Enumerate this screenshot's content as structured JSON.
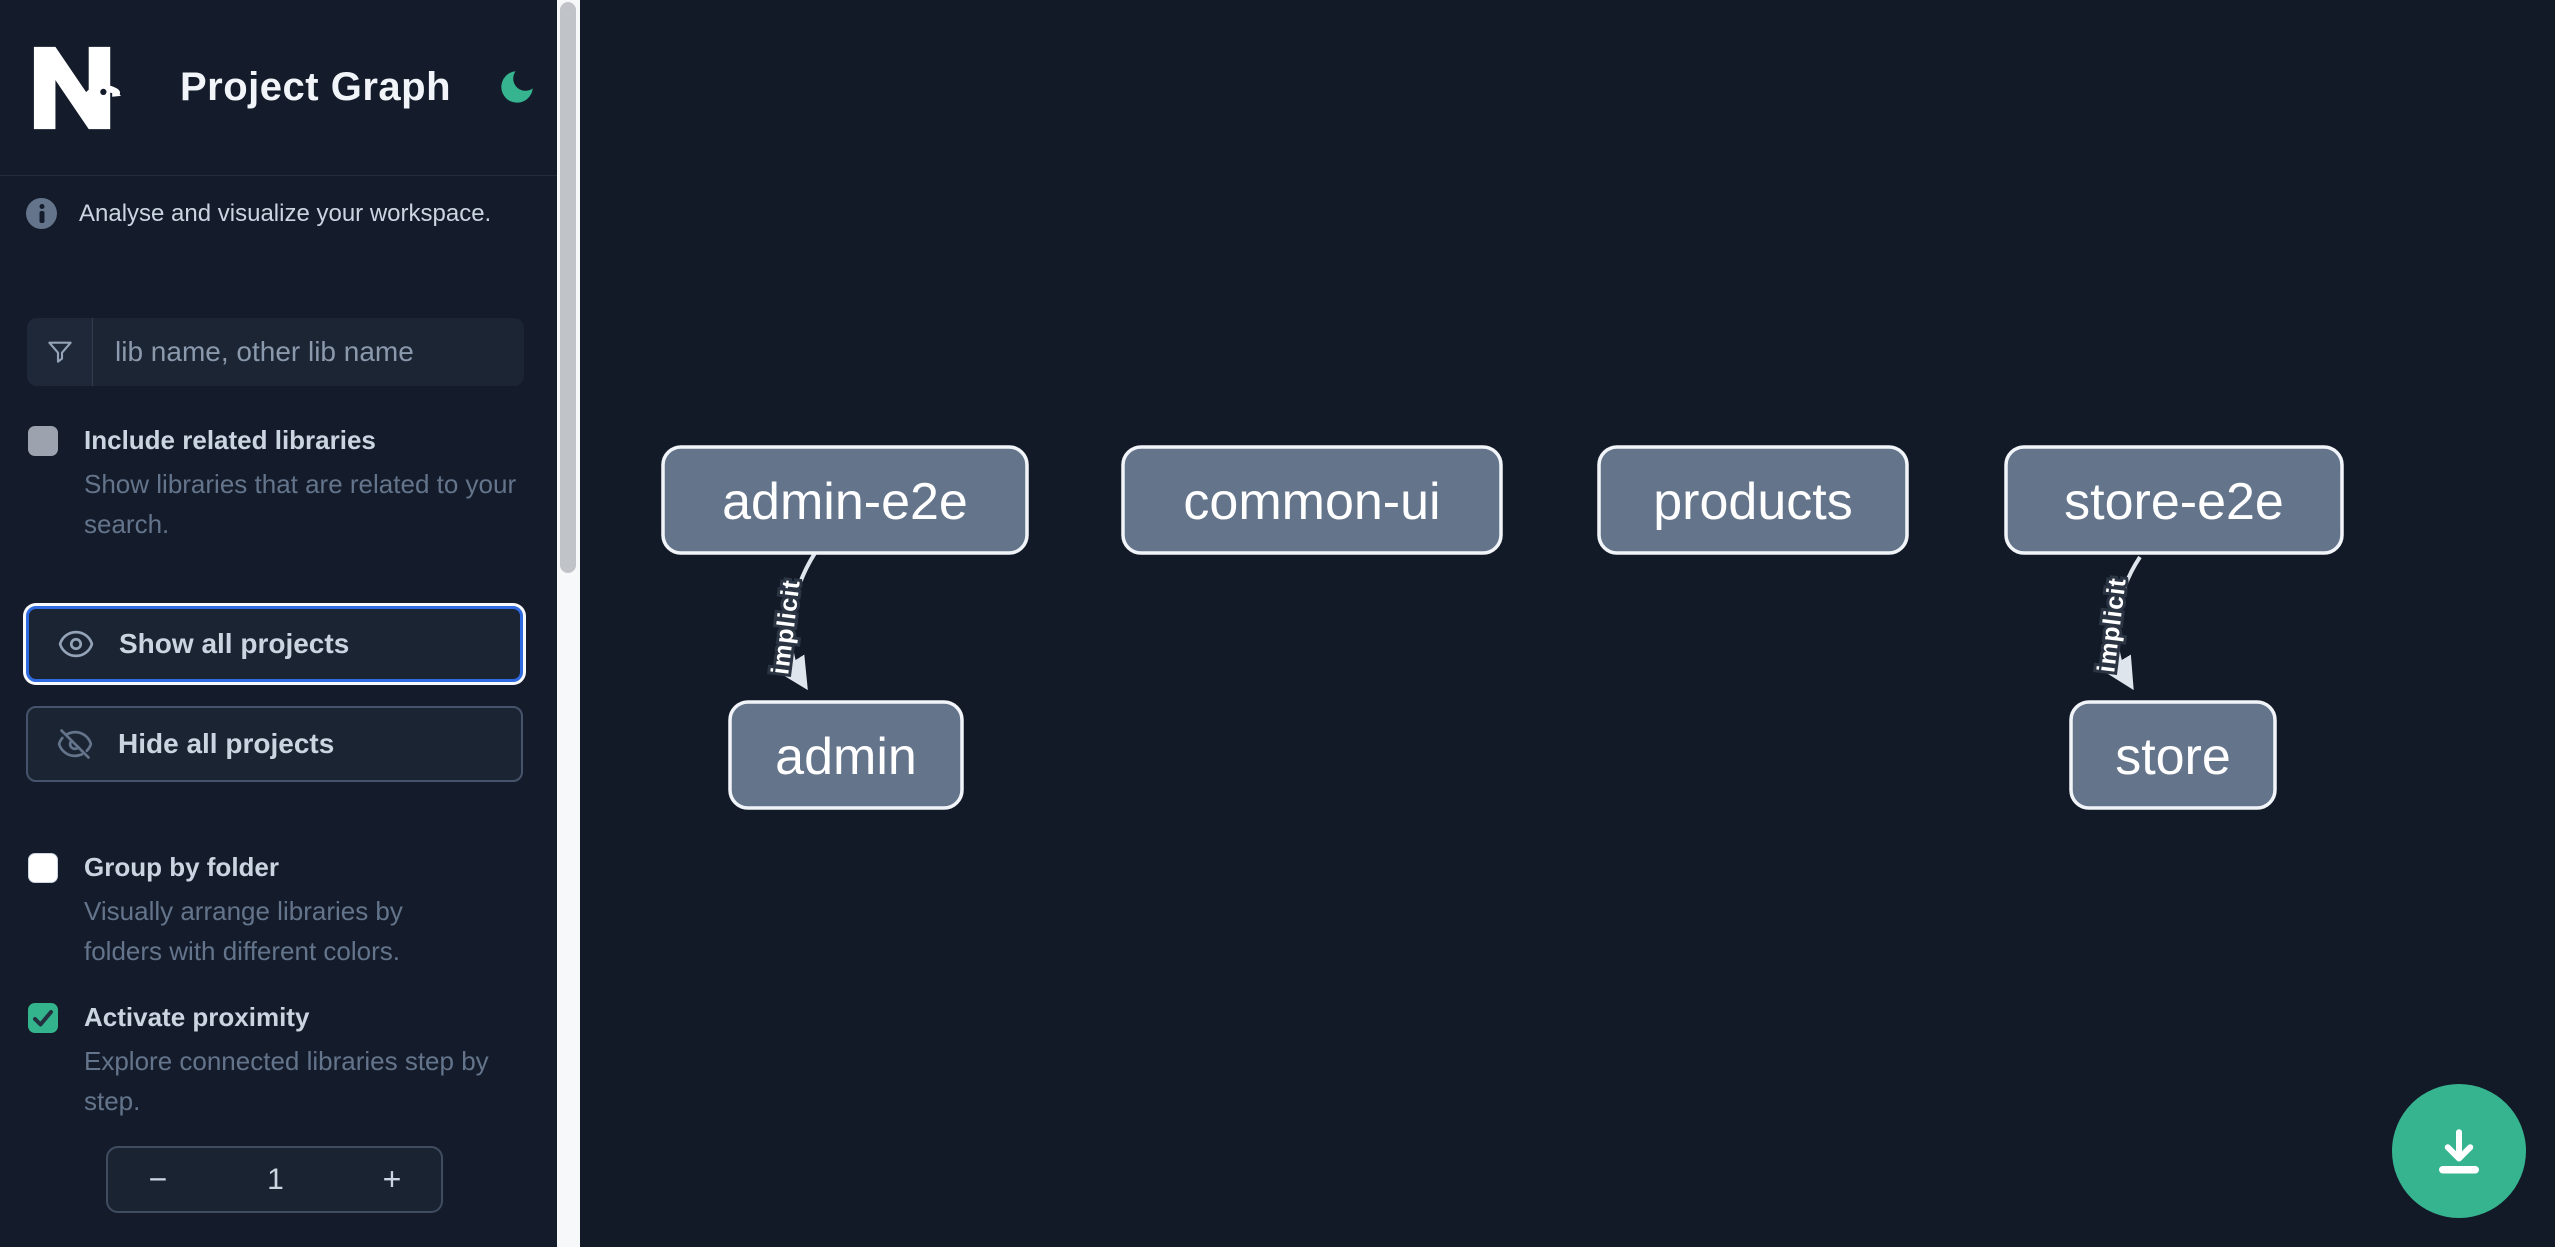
{
  "header": {
    "title": "Project Graph",
    "logo": "Nx",
    "theme_toggle_icon": "moon-icon"
  },
  "sidebar": {
    "tagline": "Analyse and visualize your workspace.",
    "search": {
      "placeholder": "lib name, other lib name",
      "icon": "funnel-icon"
    },
    "include_related": {
      "label": "Include related libraries",
      "description": "Show libraries that are related to your search.",
      "checked": false
    },
    "show_all": {
      "label": "Show all projects",
      "icon": "eye-icon",
      "focused": true
    },
    "hide_all": {
      "label": "Hide all projects",
      "icon": "eye-slash-icon",
      "focused": false
    },
    "group_by_folder": {
      "label": "Group by folder",
      "description": "Visually arrange libraries by folders with different colors.",
      "checked": false
    },
    "activate_proximity": {
      "label": "Activate proximity",
      "description": "Explore connected libraries step by step.",
      "checked": true
    },
    "proximity_stepper": {
      "decrement": "−",
      "value": "1",
      "increment": "+"
    }
  },
  "graph": {
    "nodes": [
      {
        "id": "admin-e2e"
      },
      {
        "id": "common-ui"
      },
      {
        "id": "products"
      },
      {
        "id": "store-e2e"
      },
      {
        "id": "admin"
      },
      {
        "id": "store"
      }
    ],
    "edges": [
      {
        "source": "admin-e2e",
        "target": "admin",
        "label": "implicit"
      },
      {
        "source": "store-e2e",
        "target": "store",
        "label": "implicit"
      }
    ]
  },
  "fab": {
    "action": "download image",
    "icon": "download-icon"
  },
  "colors": {
    "accent_green": "#36b48f",
    "focus_blue": "#2f6ae1",
    "node_fill": "#64748b",
    "node_border": "#f1f5f9",
    "sidebar_bg": "#141c2b",
    "canvas_bg": "#121927"
  }
}
